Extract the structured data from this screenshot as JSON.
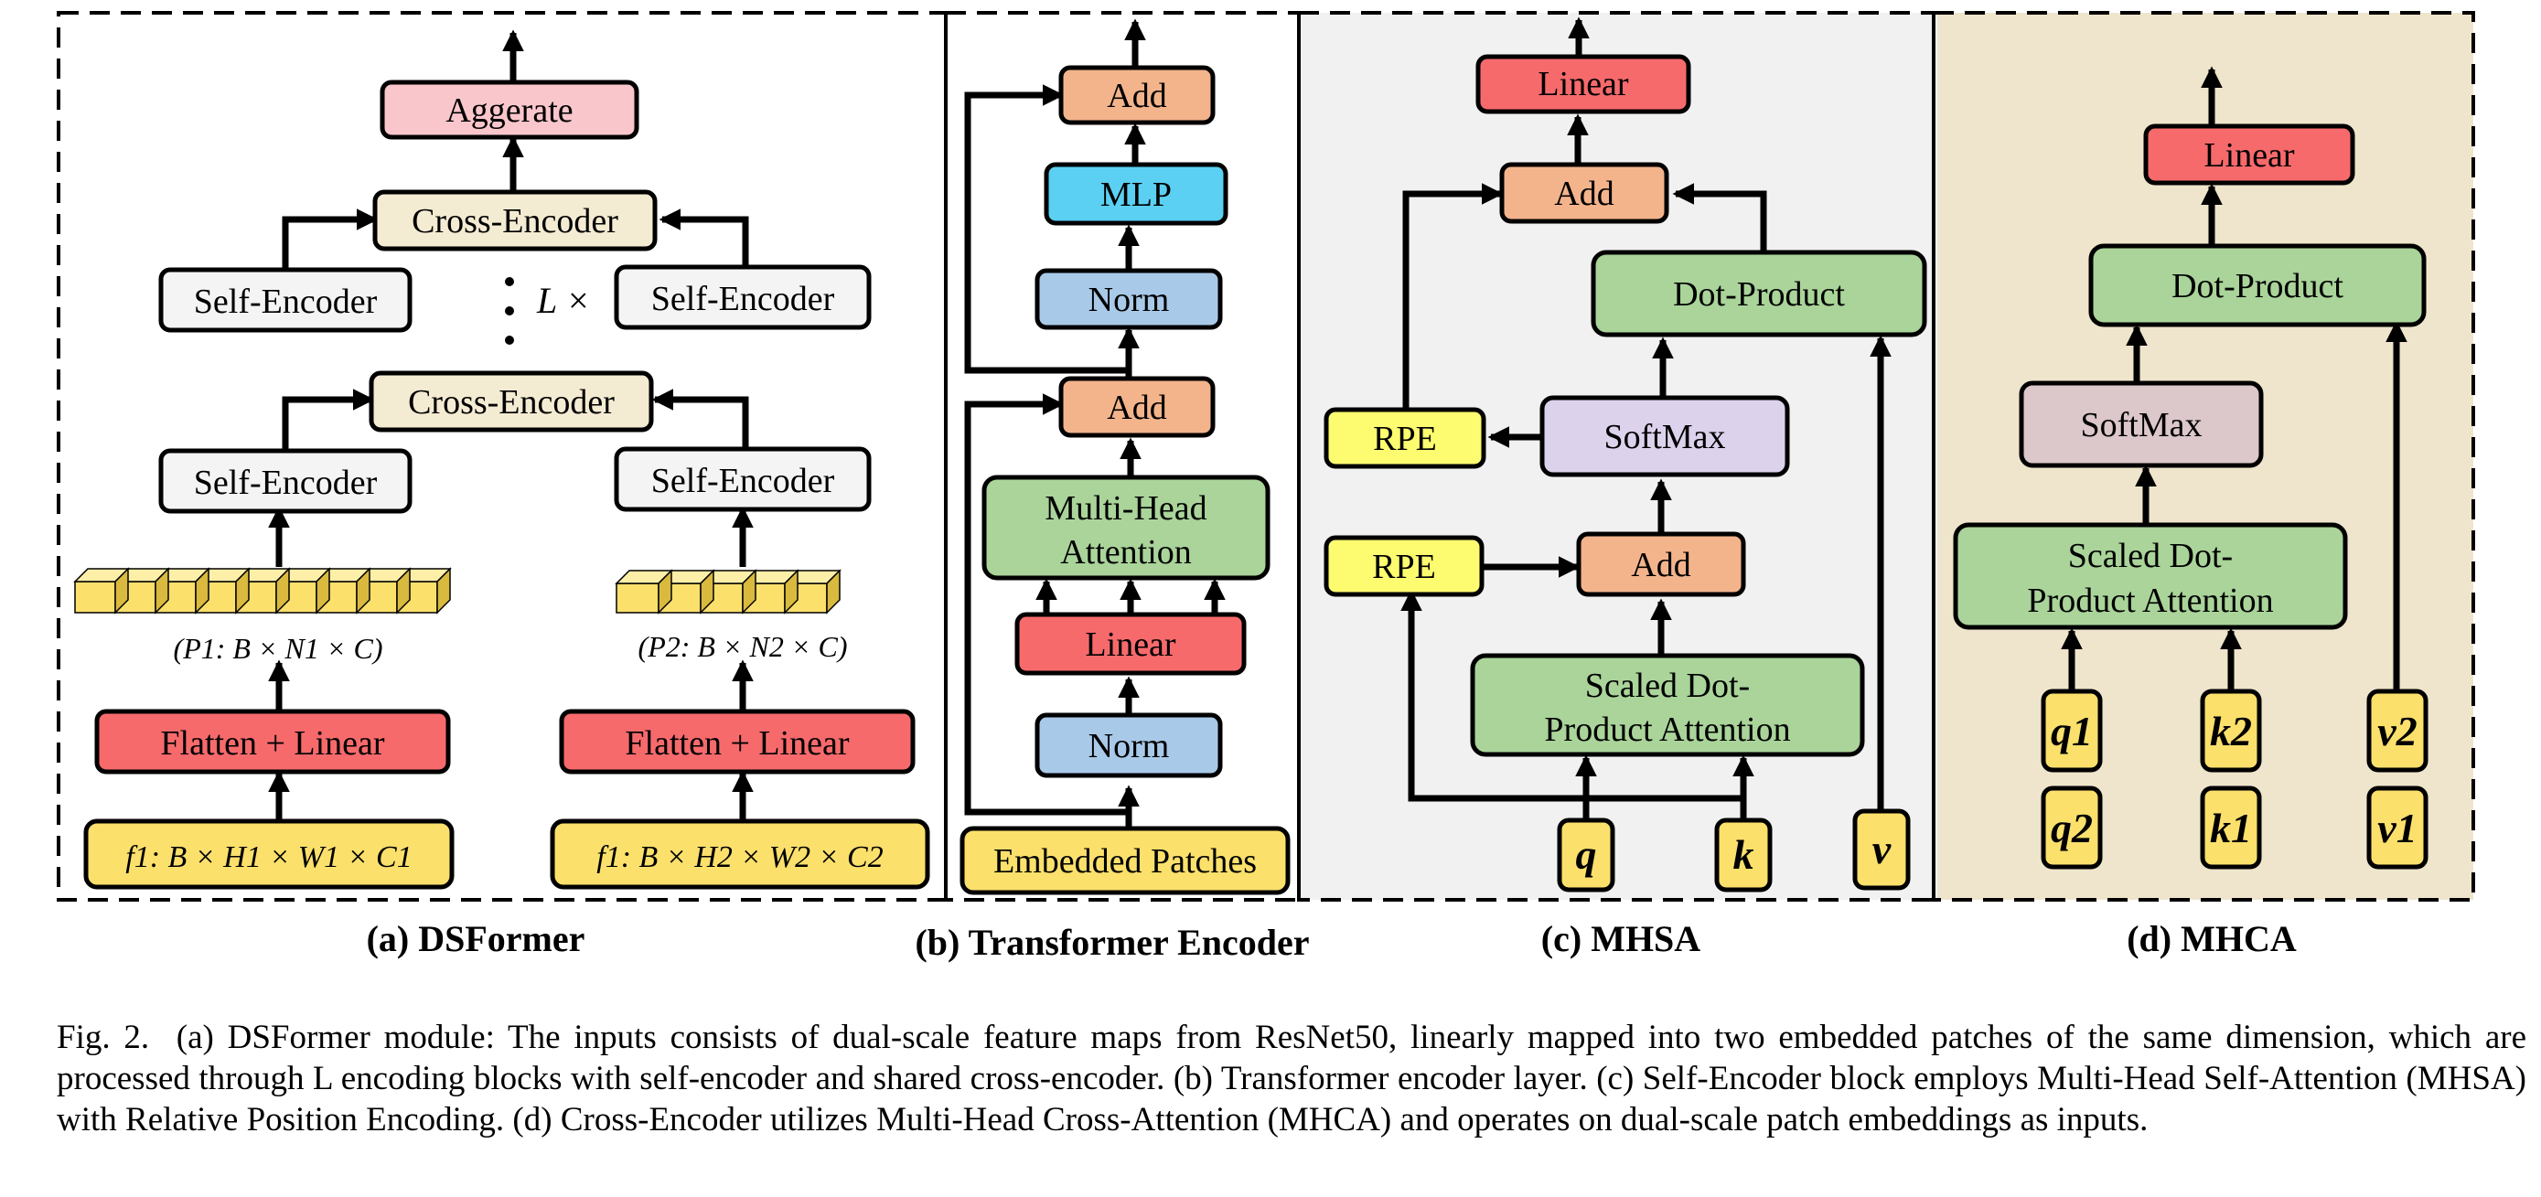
{
  "colors": {
    "red": "#F76A6C",
    "pink": "#F9C6CB",
    "cream": "#F4EBD3",
    "lightgray": "#F4F4F4",
    "yellow": "#FBE06C",
    "orange": "#F3B48C",
    "green": "#AAD49A",
    "blue": "#A9C9E8",
    "cyan": "#5BD0F3",
    "rpe_yellow": "#FDFB6F",
    "lavender": "#DDD2EC",
    "mauve": "#DCC7CB",
    "panel_c_bg": "#F1F1F1",
    "panel_d_bg": "#EFE5CC"
  },
  "panel_a": {
    "title": "(a) DSFormer",
    "aggregate": "Aggerate",
    "cross_encoder_top": "Cross-Encoder",
    "cross_encoder_bottom": "Cross-Encoder",
    "self_encoder": "Self-Encoder",
    "repeat_label": "L ×",
    "patch_label_left": "(P1: B × N1 × C)",
    "patch_label_right": "(P2: B × N2 × C)",
    "flatten_linear": "Flatten + Linear",
    "feature_left": "f1: B × H1 × W1 × C1",
    "feature_right": "f1: B × H2 × W2 × C2"
  },
  "panel_b": {
    "title": "(b) Transformer Encoder",
    "add": "Add",
    "mlp": "MLP",
    "norm": "Norm",
    "mha_line1": "Multi-Head",
    "mha_line2": "Attention",
    "linear": "Linear",
    "embedded": "Embedded Patches"
  },
  "panel_c": {
    "title": "(c) MHSA",
    "linear": "Linear",
    "add": "Add",
    "dot_product": "Dot-Product",
    "rpe": "RPE",
    "softmax": "SoftMax",
    "sdpa_line1": "Scaled Dot-",
    "sdpa_line2": "Product Attention",
    "q": "q",
    "k": "k",
    "v": "v"
  },
  "panel_d": {
    "title": "(d) MHCA",
    "linear": "Linear",
    "dot_product": "Dot-Product",
    "softmax": "SoftMax",
    "sdpa_line1": "Scaled Dot-",
    "sdpa_line2": "Product Attention",
    "q_top": "q1",
    "q_bottom": "q2",
    "k_top": "k2",
    "k_bottom": "k1",
    "v_top": "v2",
    "v_bottom": "v1"
  },
  "caption": {
    "prefix": "Fig. 2.",
    "text": "(a) DSFormer module: The inputs consists of dual-scale feature maps from ResNet50, linearly mapped into two embedded patches of the same dimension, which are processed through L encoding blocks with self-encoder and shared cross-encoder. (b) Transformer encoder layer. (c) Self-Encoder block employs Multi-Head Self-Attention (MHSA) with Relative Position Encoding. (d) Cross-Encoder utilizes Multi-Head Cross-Attention (MHCA) and operates on dual-scale patch embeddings as inputs."
  }
}
